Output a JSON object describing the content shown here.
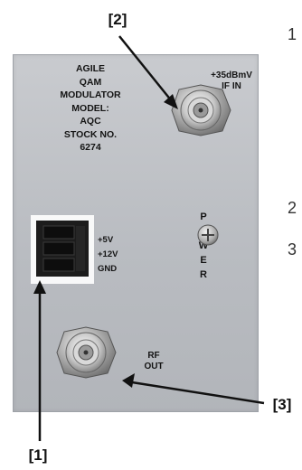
{
  "panel": {
    "model_lines": [
      "AGILE",
      "QAM",
      "MODULATOR",
      "MODEL:",
      "AQC",
      "STOCK NO.",
      "6274"
    ],
    "if_input": [
      "+35dBmV",
      "IF IN"
    ],
    "power_letters": [
      "P",
      "O",
      "W",
      "E",
      "R"
    ],
    "voltage_labels": [
      "+5V",
      "+12V",
      "GND"
    ],
    "rf_output": [
      "RF",
      "OUT"
    ]
  },
  "callouts": {
    "c1": "[1]",
    "c2": "[2]",
    "c3": "[3]"
  },
  "side_numbers": [
    "1",
    "2",
    "3"
  ],
  "colors": {
    "panel": "#c0c3c7",
    "text": "#141414",
    "arrow": "#111111"
  }
}
